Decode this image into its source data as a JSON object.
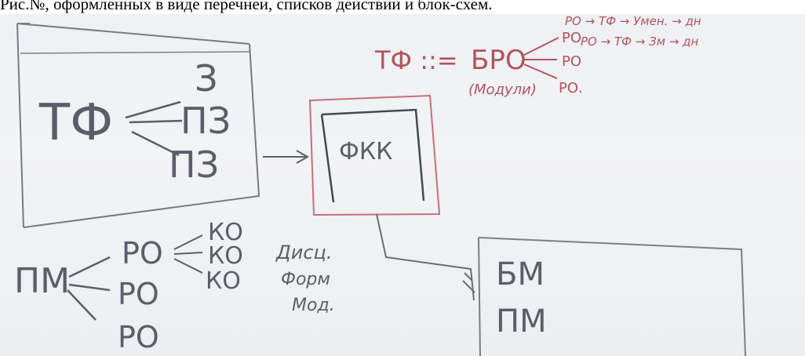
{
  "caption": "Рис.№, оформленных в виде перечней, списков действий и блок-схем.",
  "board": {
    "box1": {
      "main": "ТФ",
      "items": [
        "З",
        "ПЗ",
        "ПЗ"
      ]
    },
    "box2": {
      "label": "ФКК"
    },
    "box3": {
      "items": [
        "БМ",
        "ПМ"
      ]
    },
    "pm_tree": {
      "root": "ПМ",
      "branches": [
        "РО",
        "РО",
        "РО"
      ],
      "leaves": [
        "КО",
        "КО",
        "КО"
      ]
    },
    "note": [
      "Дисц.",
      "Форм",
      "Мод."
    ],
    "formula": {
      "lhs": "ТФ ::=",
      "rhs": "БРО",
      "sub": "(Модули)",
      "branches": [
        "РО",
        "РО",
        "РО."
      ]
    },
    "chain": [
      "РО → ТФ → Умен. → дн",
      "РО → ТФ → Зм → дн"
    ]
  },
  "colors": {
    "marker_gray": "#5b5e68",
    "marker_red": "#b0545e"
  }
}
